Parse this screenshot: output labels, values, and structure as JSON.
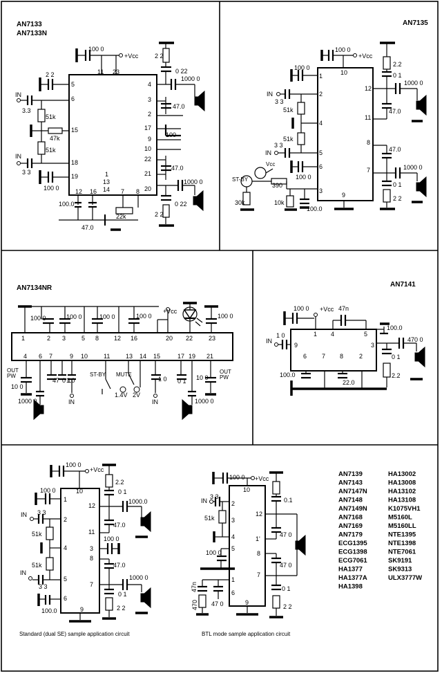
{
  "sections": {
    "an7133": {
      "titles": [
        "AN7133",
        "AN7133N"
      ],
      "pins_left": [
        "5",
        "6",
        "15",
        "18",
        "19"
      ],
      "pins_top": [
        "11",
        "23"
      ],
      "pins_right": [
        "4",
        "3",
        "2",
        "17",
        "9",
        "10",
        "22",
        "21",
        "20"
      ],
      "pins_bottom": [
        "12",
        "16",
        "7",
        "8"
      ],
      "pins_center": [
        "1",
        "13",
        "14"
      ],
      "values": [
        "100 0",
        "+Vcc",
        "2 2",
        "0 22",
        "1000 0",
        "100.0",
        "47.0",
        "51k",
        "47k",
        "51k",
        "100",
        "47.0",
        "1000 0",
        "100 0",
        "0 22",
        "100.0",
        "22k",
        "47.0",
        "2 2",
        "3.3",
        "3 3"
      ],
      "labels_in": [
        "IN",
        "IN"
      ]
    },
    "an7135": {
      "title": "AN7135",
      "pins_left": [
        "1",
        "2",
        "3",
        "4",
        "5",
        "6"
      ],
      "pins_top": [
        "10"
      ],
      "pins_right": [
        "12",
        "11",
        "8",
        "7"
      ],
      "pins_bottom": [
        "9"
      ],
      "values": [
        "100 0",
        "+Vcc",
        "2.2",
        "0 1",
        "1000 0",
        "47.0",
        "47.0",
        "1000 0",
        "0 1",
        "2 2",
        "100 0",
        "3 3",
        "51k",
        "51k",
        "3 3",
        "100 0",
        "390",
        "10k",
        "30k",
        "100.0"
      ],
      "labels_in": [
        "IN",
        "IN"
      ],
      "labels_misc": [
        "ST-BY",
        "Vcc"
      ]
    },
    "an7134nr": {
      "title": "AN7134NR",
      "pins_top": [
        "1",
        "2",
        "3",
        "5",
        "8",
        "12",
        "16",
        "20",
        "22",
        "23"
      ],
      "pins_bottom": [
        "4",
        "6",
        "7",
        "9",
        "10",
        "11",
        "13",
        "14",
        "15",
        "17",
        "19",
        "21"
      ],
      "values": [
        "100 0",
        "100 0",
        "100 0",
        "100 0",
        "+Vcc",
        "100 0",
        "47",
        "0 1",
        "1.0",
        "10 0",
        "10 0",
        "1000 0",
        "1000 0",
        "1.4V",
        "2V",
        "1 0",
        "0 1"
      ],
      "labels": [
        "OUT",
        "PW",
        "ST-BY",
        "MUTE",
        "IN",
        "IN",
        "OUT",
        "PW"
      ]
    },
    "an7141": {
      "title": "AN7141",
      "pins_top": [
        "1",
        "4",
        "5"
      ],
      "pins_left": [
        "9"
      ],
      "pins_right": [
        "3"
      ],
      "pins_bottom": [
        "6",
        "7",
        "8",
        "2"
      ],
      "values": [
        "100 0",
        "+Vcc",
        "47n",
        "100.0",
        "470 0",
        "0 1",
        "2.2",
        "1 0",
        "100.0",
        "22.0"
      ],
      "label_in": "IN"
    },
    "standard": {
      "pins_left": [
        "1",
        "2",
        "4",
        "5",
        "6"
      ],
      "pins_top": [
        "10"
      ],
      "pins_right": [
        "12",
        "11",
        "3",
        "8",
        "7"
      ],
      "pins_bottom": [
        "9"
      ],
      "values": [
        "100 0",
        "+Vcc",
        "2.2",
        "0 1",
        "1000.0",
        "47.0",
        "100 0",
        "47.0",
        "1000 0",
        "0 1",
        "2 2",
        "100 0",
        "3 3",
        "51k",
        "51k",
        "3 3",
        "100.0"
      ],
      "labels_in": [
        "IN",
        "IN"
      ],
      "caption": "Standard (dual SE) sample application circuit"
    },
    "btl": {
      "pins_left": [
        "2",
        "3",
        "4",
        "5",
        "1",
        "6"
      ],
      "pins_top": [
        "10"
      ],
      "pins_right": [
        "12",
        "1'",
        "8",
        "7"
      ],
      "pins_bottom": [
        "9"
      ],
      "values": [
        "100 0",
        "+Vcc",
        "3 3",
        "51k",
        "100 0",
        "47n",
        "470",
        "47 0",
        "0.1",
        "47 0",
        "47 0",
        "0 1",
        "2 2"
      ],
      "label_in": "IN",
      "caption": "BTL mode sample application circuit"
    },
    "equivalents": {
      "col1": [
        "AN7139",
        "AN7143",
        "AN7147N",
        "AN7148",
        "AN7149N",
        "AN7168",
        "AN7169",
        "AN7179",
        "ECG1395",
        "ECG1398",
        "ECG7061",
        "HA1377",
        "HA1377A",
        "HA1398"
      ],
      "col2": [
        "HA13002",
        "HA13008",
        "HA13102",
        "HA13108",
        "K1075VH1",
        "M5160L",
        "M5160LL",
        "NTE1395",
        "NTE1398",
        "NTE7061",
        "SK9191",
        "SK9313",
        "ULX3777W"
      ]
    }
  }
}
